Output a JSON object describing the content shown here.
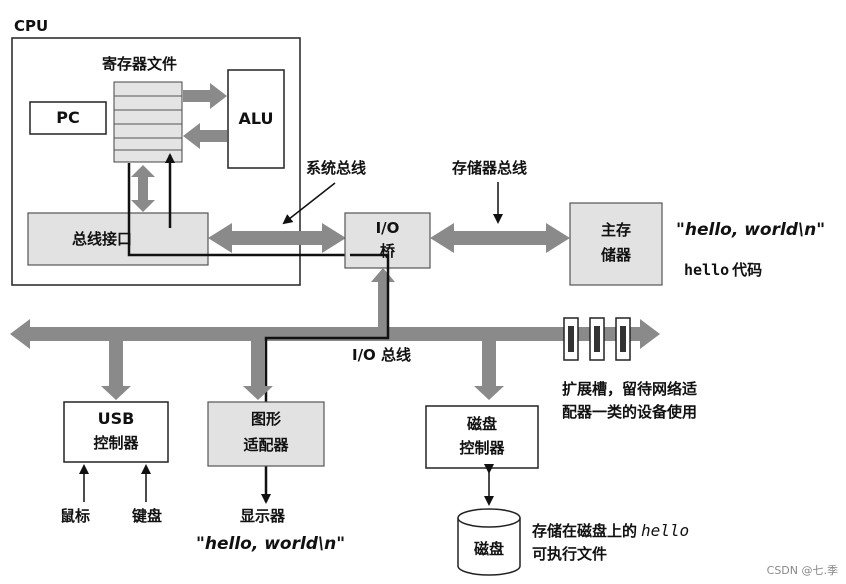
{
  "cpu": {
    "title": "CPU",
    "register_file": "寄存器文件",
    "pc": "PC",
    "alu": "ALU",
    "bus_interface": "总线接口"
  },
  "buses": {
    "system_bus": "系统总线",
    "memory_bus": "存储器总线",
    "io_bus": "I/O 总线"
  },
  "io_bridge": {
    "line1": "I/O",
    "line2": "桥"
  },
  "main_memory": {
    "line1": "主存",
    "line2": "储器"
  },
  "memory_contents": {
    "string": "\"hello, world\\n\"",
    "code_mono": "hello",
    "code_suffix": "代码"
  },
  "usb_controller": {
    "line1": "USB",
    "line2": "控制器"
  },
  "graphics_adapter": {
    "line1": "图形",
    "line2": "适配器"
  },
  "disk_controller": {
    "line1": "磁盘",
    "line2": "控制器"
  },
  "expansion_slots": {
    "line1": "扩展槽，留待网络适",
    "line2": "配器一类的设备使用"
  },
  "devices": {
    "mouse": "鼠标",
    "keyboard": "键盘",
    "display": "显示器",
    "disk": "磁盘"
  },
  "display_output": "\"hello, world\\n\"",
  "disk_note": {
    "line1_prefix": "存储在磁盘上的",
    "line1_mono": "hello",
    "line2": "可执行文件"
  },
  "watermark": "CSDN @七.季"
}
